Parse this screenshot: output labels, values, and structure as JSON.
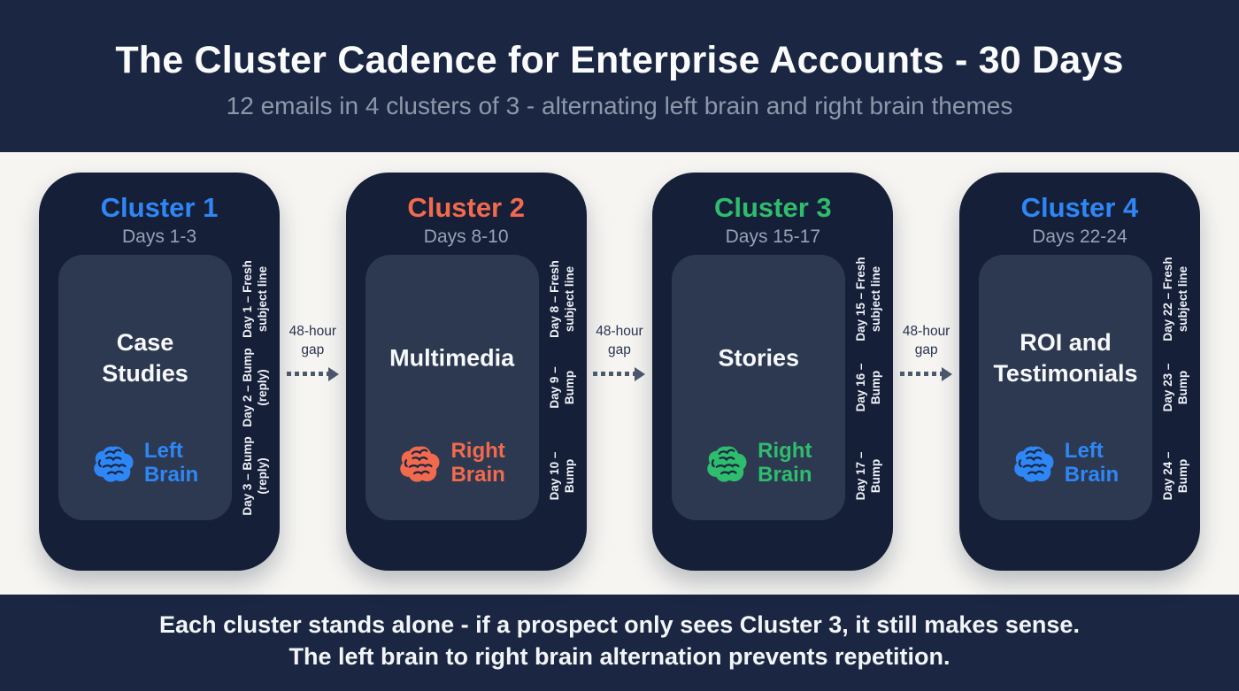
{
  "header": {
    "title": "The Cluster Cadence for Enterprise Accounts - 30 Days",
    "subtitle": "12 emails in 4 clusters of 3 - alternating left brain and right brain themes"
  },
  "clusters": [
    {
      "title": "Cluster 1",
      "days": "Days 1-3",
      "theme": "Case\nStudies",
      "brain_side": "Left\nBrain",
      "accent": "#2e87f6",
      "day_labels": [
        "Day 1 – Fresh\nsubject line",
        "Day 2 – Bump\n(reply)",
        "Day 3 – Bump\n(reply)"
      ]
    },
    {
      "title": "Cluster 2",
      "days": "Days 8-10",
      "theme": "Multimedia",
      "brain_side": "Right\nBrain",
      "accent": "#f26a4d",
      "day_labels": [
        "Day 8 – Fresh\nsubject line",
        "Day 9 –\nBump",
        "Day 10 –\nBump"
      ]
    },
    {
      "title": "Cluster 3",
      "days": "Days 15-17",
      "theme": "Stories",
      "brain_side": "Right\nBrain",
      "accent": "#2ebd6d",
      "day_labels": [
        "Day 15 – Fresh\nsubject line",
        "Day 16 –\nBump",
        "Day 17 –\nBump"
      ]
    },
    {
      "title": "Cluster 4",
      "days": "Days 22-24",
      "theme": "ROI and\nTestimonials",
      "brain_side": "Left\nBrain",
      "accent": "#2e87f6",
      "day_labels": [
        "Day 22 – Fresh\nsubject line",
        "Day 23 –\nBump",
        "Day 24 –\nBump"
      ]
    }
  ],
  "gap": {
    "label": "48-hour\ngap"
  },
  "footer": {
    "line1": "Each cluster stands alone - if a prospect only sees Cluster 3, it still makes sense.",
    "line2": "The left brain to right brain alternation prevents repetition."
  },
  "colors": {
    "header_bg": "#1b2742",
    "band_bg": "#f6f5f2",
    "card_bg": "#161f38",
    "panel_bg": "#2d3951",
    "blue": "#2e87f6",
    "coral": "#f26a4d",
    "green": "#2ebd6d",
    "arrow": "#4d596e"
  }
}
